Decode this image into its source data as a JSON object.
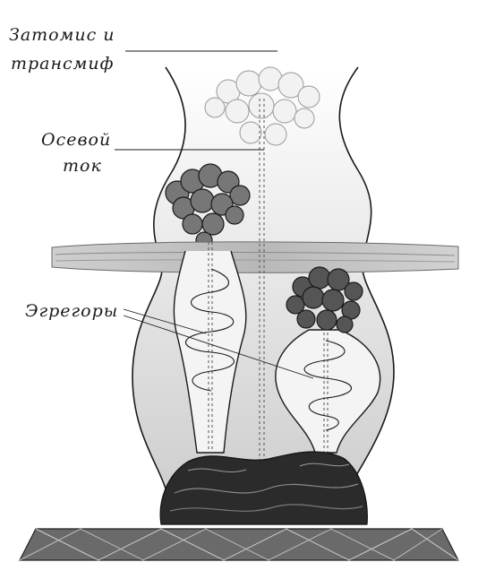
{
  "labels": {
    "zatomis": "Затомис и",
    "transmif": "трансмиф",
    "osevoy": "Осевой",
    "tok": "ток",
    "egregory": "Эгрегоры"
  },
  "colors": {
    "ink": "#1a1a1a",
    "fill_light": "#ececec",
    "fill_mid": "#dcdcdc",
    "ground": "#2b2b2b",
    "platform": "#555555"
  }
}
